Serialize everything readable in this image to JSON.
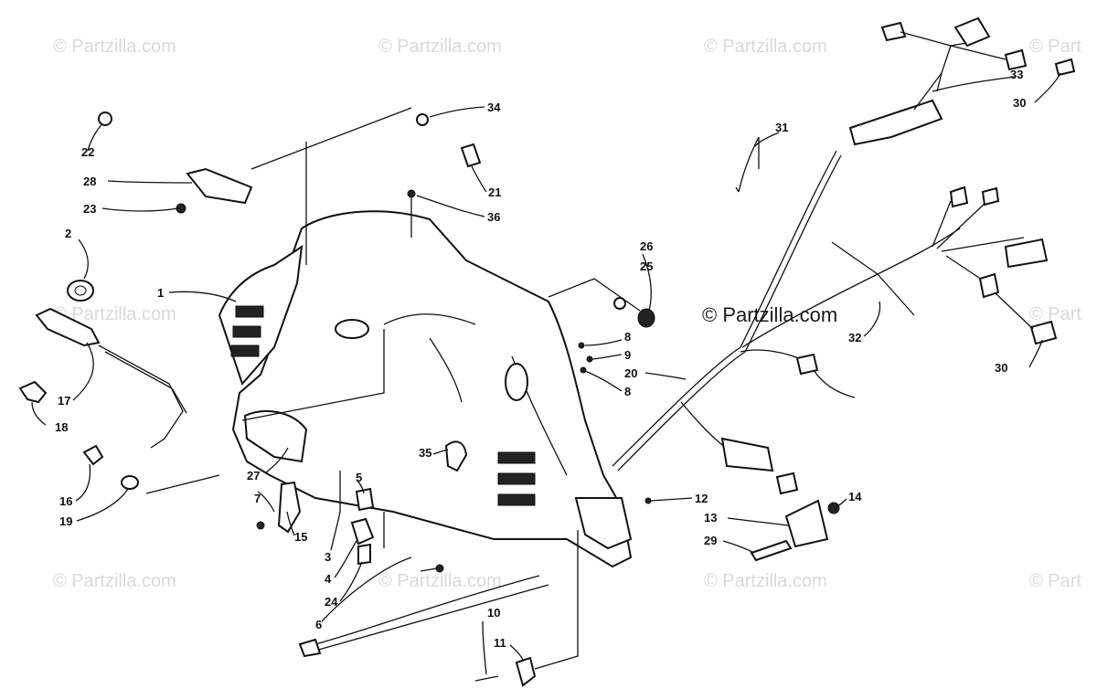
{
  "watermarks": {
    "text": "© Partzilla.com",
    "edge_text": "© Part",
    "center_text": "© Partzilla.com"
  },
  "callouts": [
    "22",
    "28",
    "23",
    "2",
    "1",
    "17",
    "18",
    "16",
    "19",
    "34",
    "21",
    "36",
    "26",
    "25",
    "8",
    "9",
    "20",
    "8",
    "27",
    "7",
    "15",
    "3",
    "4",
    "24",
    "6",
    "5",
    "35",
    "12",
    "13",
    "14",
    "29",
    "10",
    "11",
    "31",
    "33",
    "30",
    "30",
    "32"
  ]
}
